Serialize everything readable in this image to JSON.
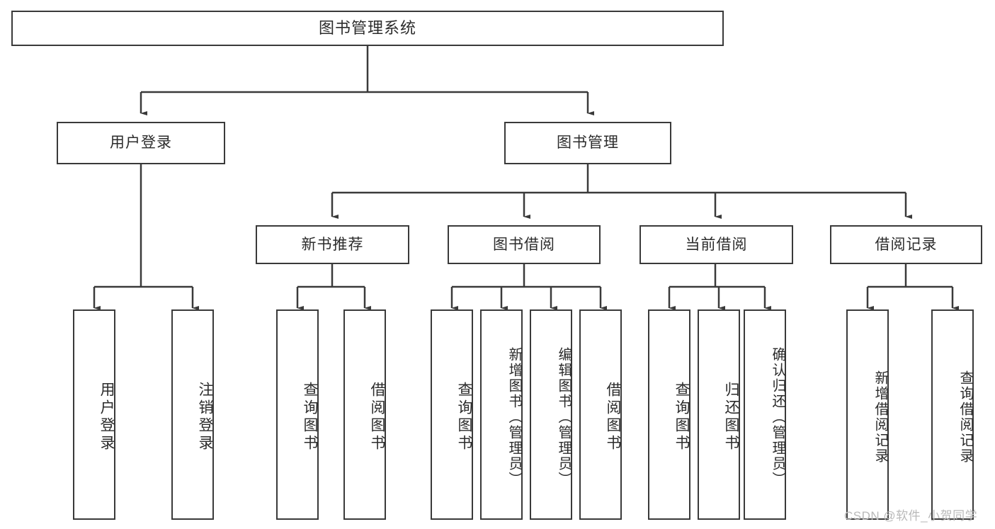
{
  "diagram": {
    "title": "图书管理系统",
    "type": "hierarchy-tree",
    "root": {
      "label": "图书管理系统"
    },
    "level2": [
      {
        "label": "用户登录"
      },
      {
        "label": "图书管理"
      }
    ],
    "level3": [
      {
        "label": "新书推荐"
      },
      {
        "label": "图书借阅"
      },
      {
        "label": "当前借阅"
      },
      {
        "label": "借阅记录"
      }
    ],
    "leaves": {
      "user_login": [
        {
          "label": "用户登录"
        },
        {
          "label": "注销登录"
        }
      ],
      "new_book_recommend": [
        {
          "label": "查询图书"
        },
        {
          "label": "借阅图书"
        }
      ],
      "book_borrow": [
        {
          "label": "查询图书"
        },
        {
          "label": "新增图书（管理员）"
        },
        {
          "label": "编辑图书（管理员）"
        },
        {
          "label": "借阅图书"
        }
      ],
      "current_borrow": [
        {
          "label": "查询图书"
        },
        {
          "label": "归还图书"
        },
        {
          "label": "确认归还（管理员）"
        }
      ],
      "borrow_record": [
        {
          "label": "新增借阅记录"
        },
        {
          "label": "查询借阅记录"
        }
      ]
    },
    "colors": {
      "stroke": "#3a3a3a",
      "fill": "#ffffff",
      "text": "#2b2b2b",
      "watermark": "#b9b9b9"
    }
  },
  "watermark": {
    "text": "CSDN @软件_小贺同学"
  }
}
